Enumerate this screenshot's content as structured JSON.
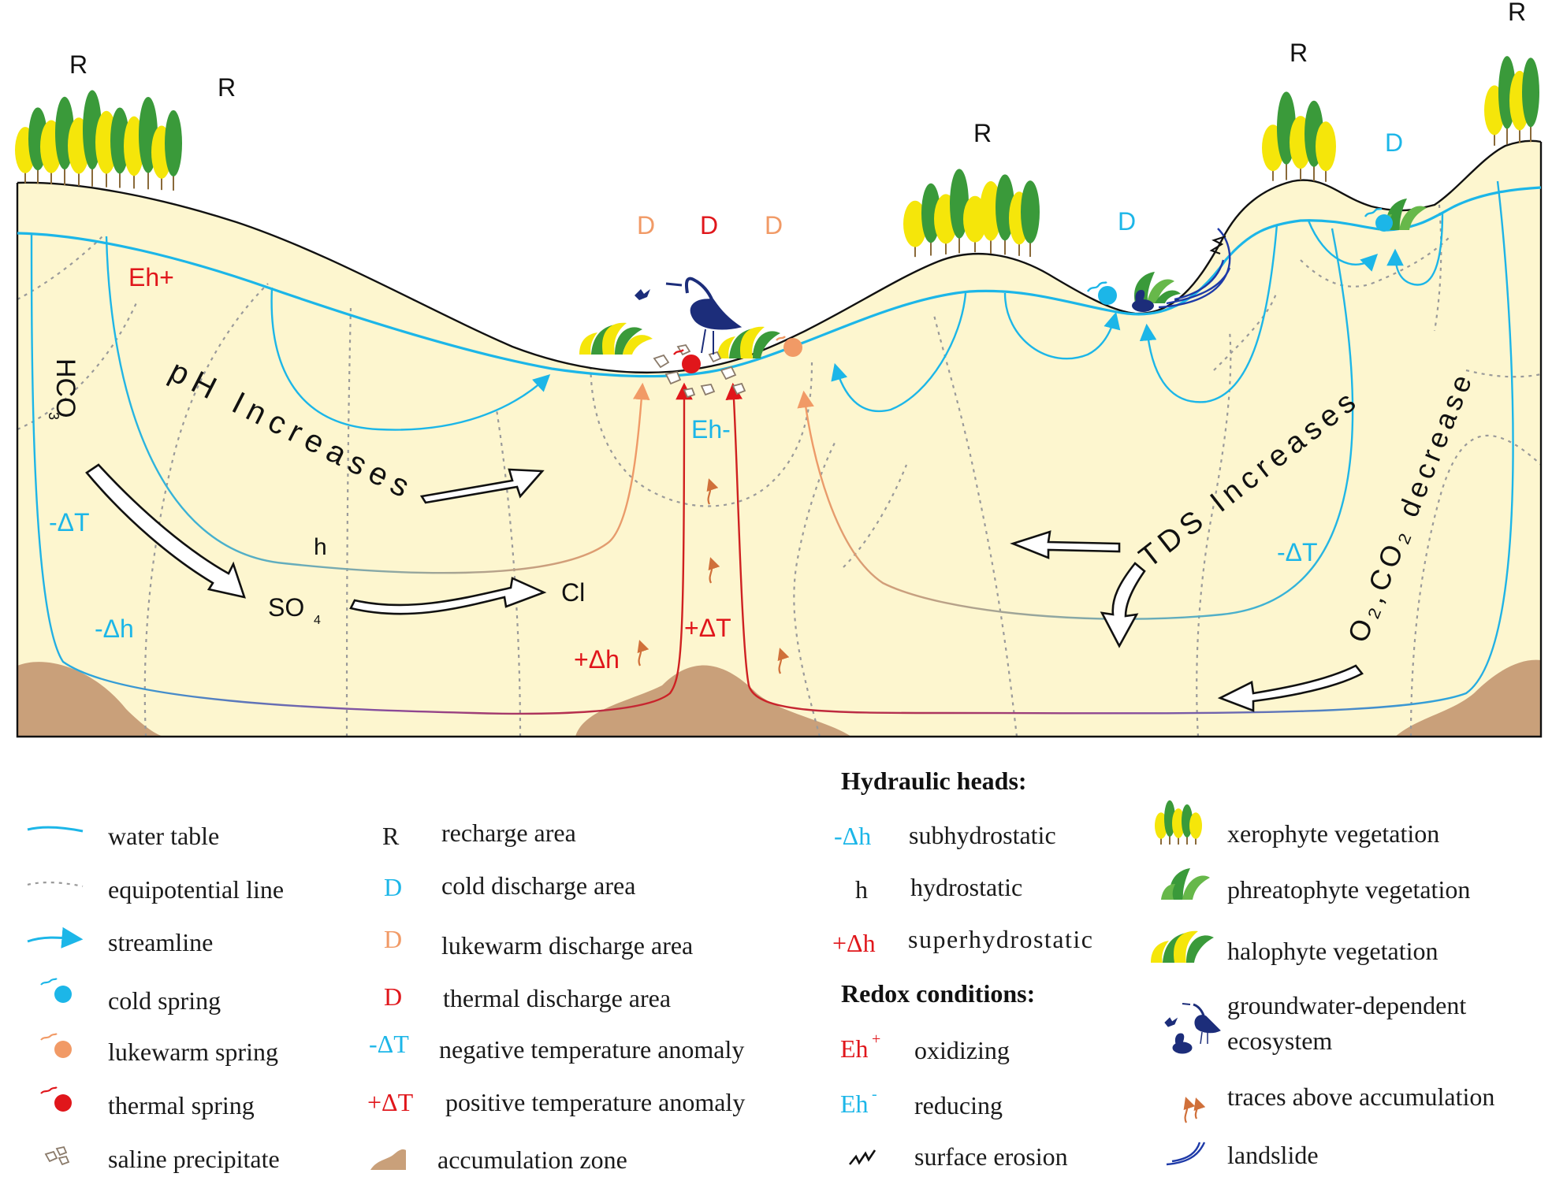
{
  "colors": {
    "cold": "#1cb6e8",
    "lukewarm": "#f19a66",
    "thermal": "#e0161b",
    "ground": "#fdf6cf",
    "accumulation": "#c9a07a",
    "equipotential": "#9a9a9a",
    "xerophyte_yellow": "#f5e60a",
    "green": "#3a9a3a",
    "bird": "#1c2d7a",
    "landslide": "#1e3aa8"
  },
  "diagram": {
    "recharge_marks": [
      "R",
      "R",
      "R",
      "R",
      "R"
    ],
    "discharge_marks": {
      "lukewarm_left": "D",
      "thermal": "D",
      "lukewarm_right": "D",
      "cold_valley": "D",
      "cold_upper": "D"
    },
    "eh_plus": "Eh+",
    "eh_minus": "Eh-",
    "hco3": "HCO",
    "hco3_sub": "3",
    "so4": "SO",
    "so4_sub": "4",
    "cl": "Cl",
    "h_mark": "h",
    "neg_dT_left": "-ΔT",
    "neg_dh_left": "-Δh",
    "pos_dh": "+Δh",
    "pos_dT": "+ΔT",
    "neg_dT_right": "-ΔT",
    "ph_increases": "pH Increases",
    "tds_increases": "TDS Increases",
    "o2co2_decrease": "O₂,CO₂ decrease"
  },
  "legend": {
    "col1": [
      {
        "icon": "water-table-icon",
        "label": "water table"
      },
      {
        "icon": "equipotential-line-icon",
        "label": "equipotential line"
      },
      {
        "icon": "streamline-icon",
        "label": "streamline"
      },
      {
        "icon": "cold-spring-icon",
        "label": "cold spring"
      },
      {
        "icon": "lukewarm-spring-icon",
        "label": "lukewarm spring"
      },
      {
        "icon": "thermal-spring-icon",
        "label": "thermal spring"
      },
      {
        "icon": "saline-precipitate-icon",
        "label": "saline precipitate"
      }
    ],
    "col2": [
      {
        "symbol": "R",
        "label": "recharge area"
      },
      {
        "symbol": "D",
        "label": "cold discharge area"
      },
      {
        "symbol": "D",
        "label": "lukewarm discharge area"
      },
      {
        "symbol": "D",
        "label": "thermal discharge area"
      },
      {
        "symbol": "-ΔT",
        "label": "negative temperature anomaly"
      },
      {
        "symbol": "+ΔT",
        "label": "positive temperature anomaly"
      },
      {
        "icon": "accumulation-zone-icon",
        "label": "accumulation zone"
      }
    ],
    "col3": {
      "hydraulic_heading": "Hydraulic heads:",
      "hydraulic": [
        {
          "symbol": "-Δh",
          "label": "subhydrostatic"
        },
        {
          "symbol": "h",
          "label": "hydrostatic"
        },
        {
          "symbol": "+Δh",
          "label": "superhydrostatic"
        }
      ],
      "redox_heading": "Redox conditions:",
      "redox": [
        {
          "symbol": "Eh",
          "sup": "+",
          "label": "oxidizing"
        },
        {
          "symbol": "Eh",
          "sup": "-",
          "label": "reducing"
        },
        {
          "icon": "surface-erosion-icon",
          "label": "surface erosion"
        }
      ]
    },
    "col4": [
      {
        "icon": "xerophyte-vegetation-icon",
        "label": "xerophyte vegetation"
      },
      {
        "icon": "phreatophyte-vegetation-icon",
        "label": "phreatophyte vegetation"
      },
      {
        "icon": "halophyte-vegetation-icon",
        "label": "halophyte vegetation"
      },
      {
        "icon": "groundwater-ecosystem-icon",
        "label_line1": "groundwater-dependent",
        "label_line2": "ecosystem"
      },
      {
        "icon": "traces-icon",
        "label": "traces above accumulation"
      },
      {
        "icon": "landslide-icon",
        "label": "landslide"
      }
    ]
  }
}
